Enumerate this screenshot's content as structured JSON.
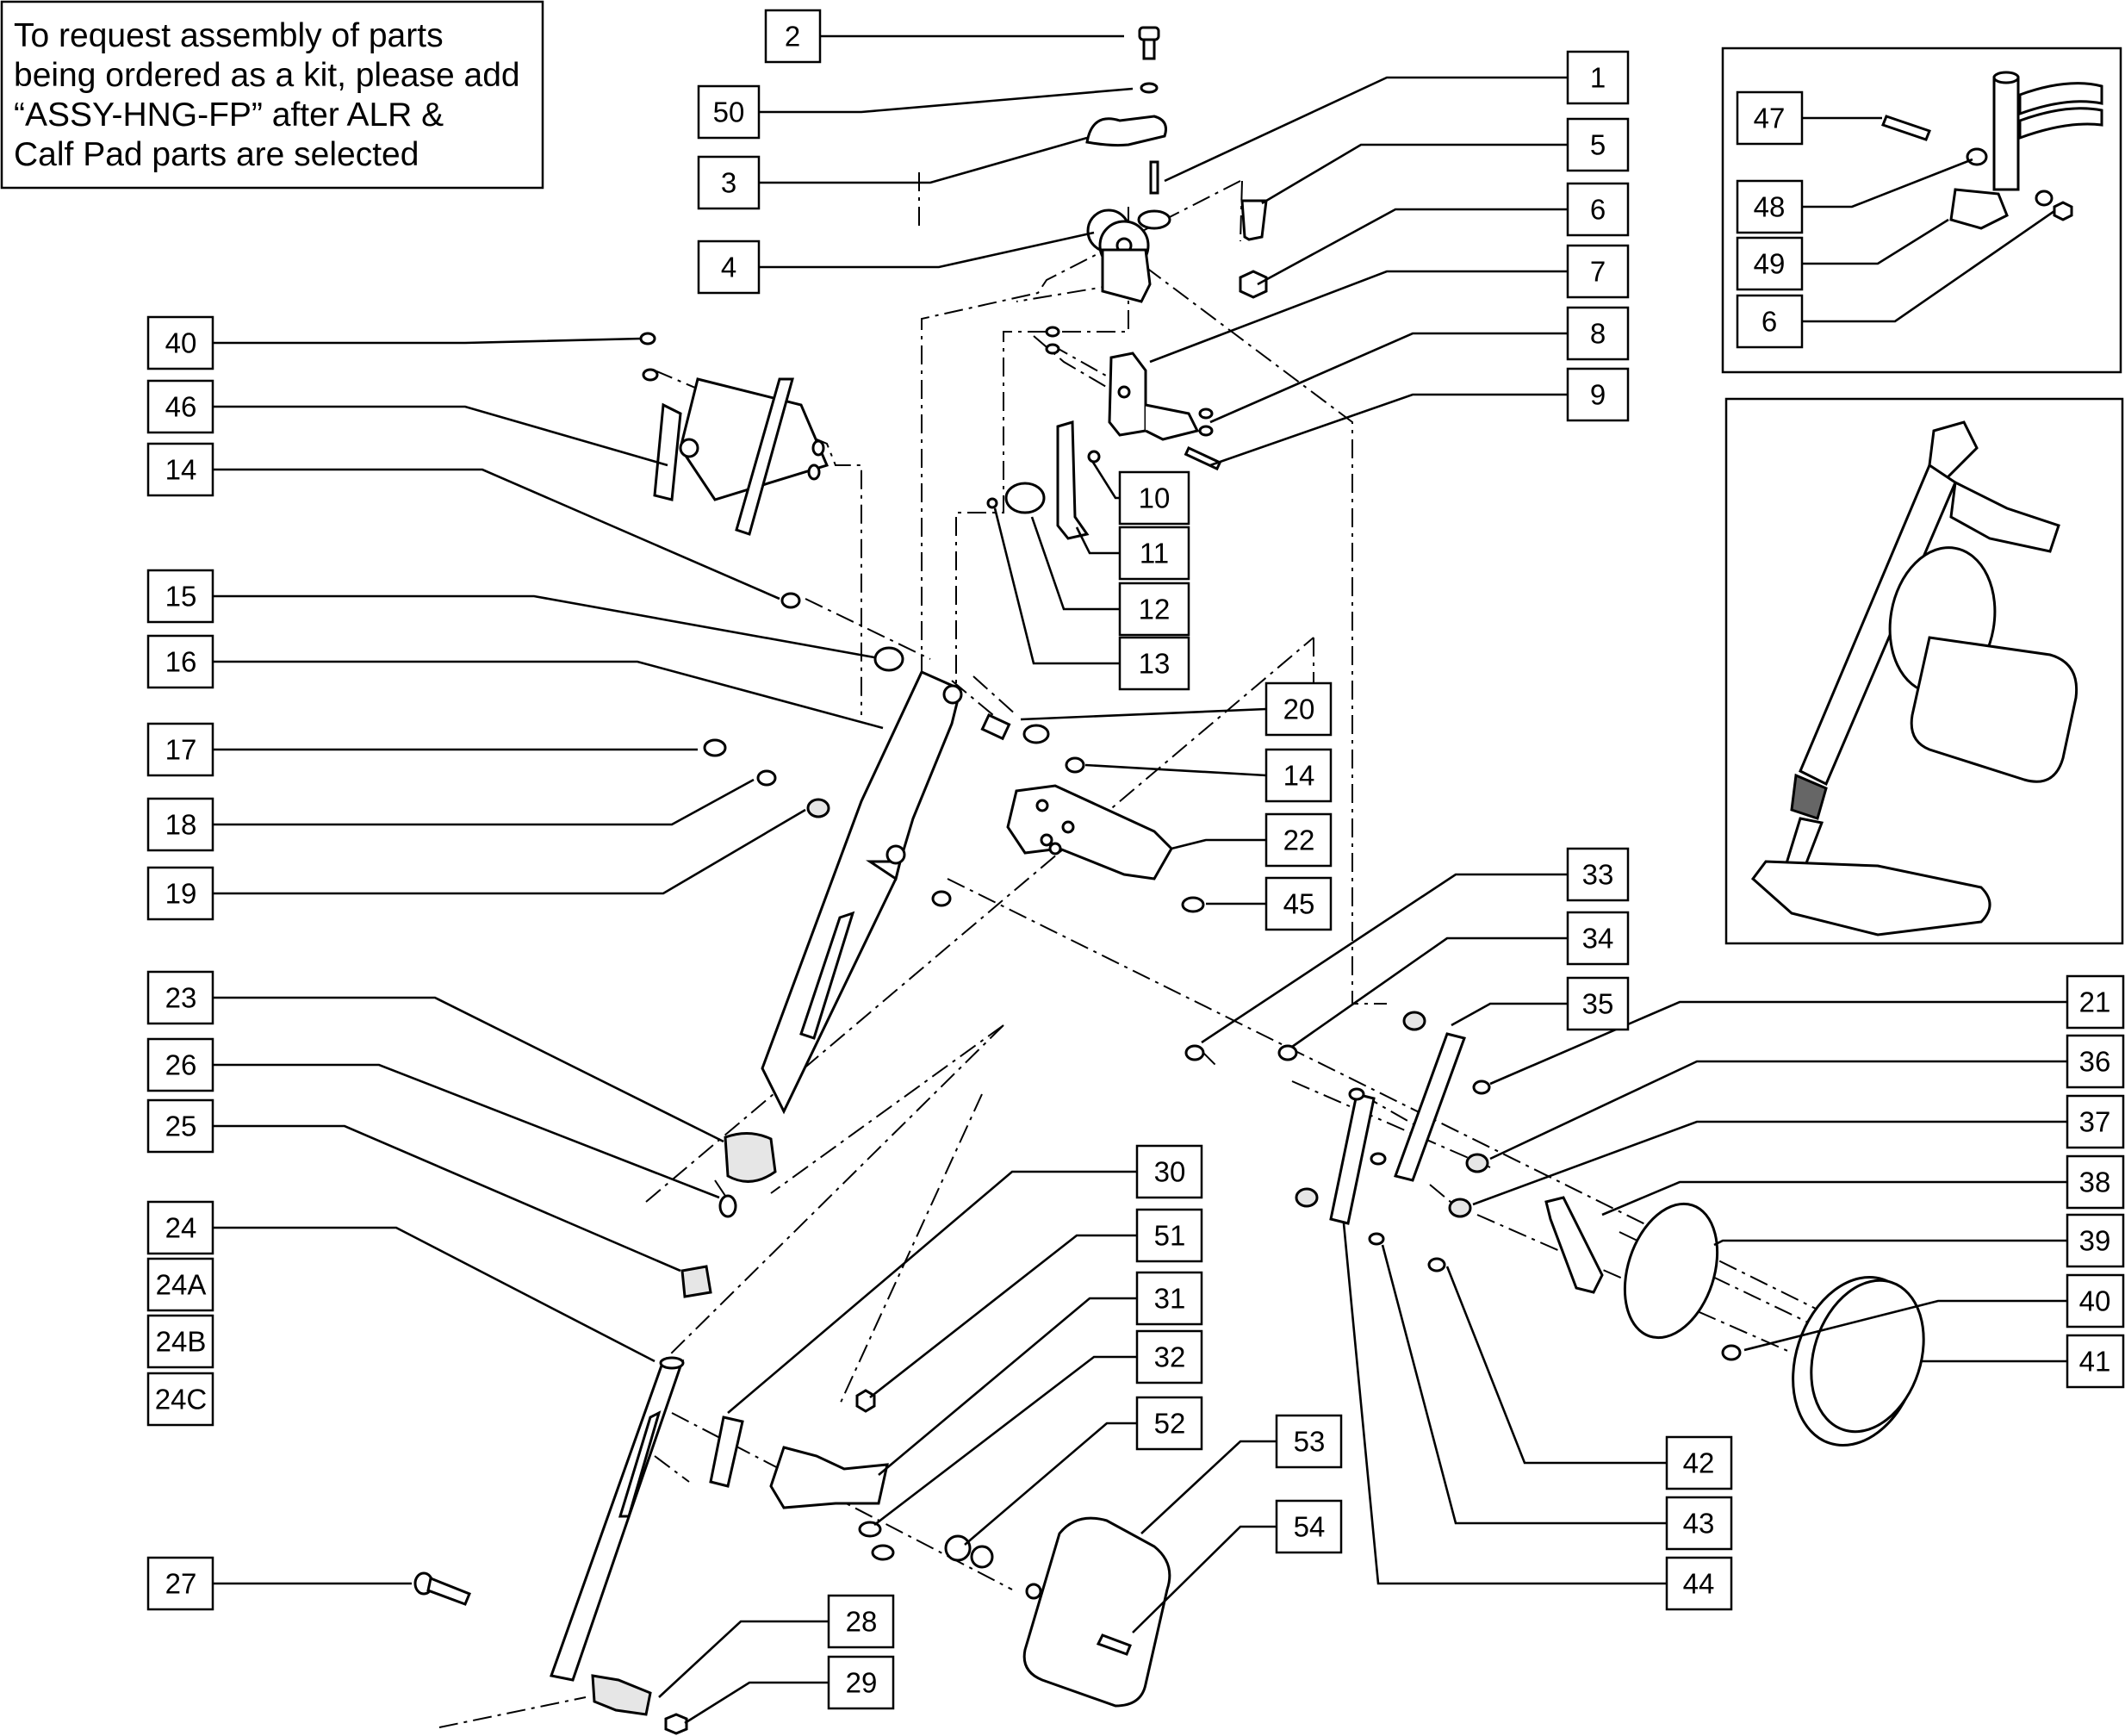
{
  "note": {
    "lines": [
      "To request assembly of parts",
      "being ordered as a kit, please add",
      "“ASSY-HNG-FP” after ALR &",
      "Calf Pad parts are selected"
    ]
  },
  "labels": [
    {
      "id": "2",
      "text": "2"
    },
    {
      "id": "50",
      "text": "50"
    },
    {
      "id": "3",
      "text": "3"
    },
    {
      "id": "4",
      "text": "4"
    },
    {
      "id": "1",
      "text": "1"
    },
    {
      "id": "5",
      "text": "5"
    },
    {
      "id": "6a",
      "text": "6"
    },
    {
      "id": "7",
      "text": "7"
    },
    {
      "id": "8",
      "text": "8"
    },
    {
      "id": "9",
      "text": "9"
    },
    {
      "id": "10",
      "text": "10"
    },
    {
      "id": "11",
      "text": "11"
    },
    {
      "id": "12",
      "text": "12"
    },
    {
      "id": "13",
      "text": "13"
    },
    {
      "id": "40a",
      "text": "40"
    },
    {
      "id": "46",
      "text": "46"
    },
    {
      "id": "14a",
      "text": "14"
    },
    {
      "id": "15",
      "text": "15"
    },
    {
      "id": "16",
      "text": "16"
    },
    {
      "id": "17",
      "text": "17"
    },
    {
      "id": "18",
      "text": "18"
    },
    {
      "id": "19",
      "text": "19"
    },
    {
      "id": "20",
      "text": "20"
    },
    {
      "id": "14b",
      "text": "14"
    },
    {
      "id": "22",
      "text": "22"
    },
    {
      "id": "45",
      "text": "45"
    },
    {
      "id": "23",
      "text": "23"
    },
    {
      "id": "26",
      "text": "26"
    },
    {
      "id": "25",
      "text": "25"
    },
    {
      "id": "24",
      "text": "24"
    },
    {
      "id": "24A",
      "text": "24A"
    },
    {
      "id": "24B",
      "text": "24B"
    },
    {
      "id": "24C",
      "text": "24C"
    },
    {
      "id": "27",
      "text": "27"
    },
    {
      "id": "28",
      "text": "28"
    },
    {
      "id": "29",
      "text": "29"
    },
    {
      "id": "30",
      "text": "30"
    },
    {
      "id": "51",
      "text": "51"
    },
    {
      "id": "31",
      "text": "31"
    },
    {
      "id": "32",
      "text": "32"
    },
    {
      "id": "52",
      "text": "52"
    },
    {
      "id": "53",
      "text": "53"
    },
    {
      "id": "54",
      "text": "54"
    },
    {
      "id": "33",
      "text": "33"
    },
    {
      "id": "34",
      "text": "34"
    },
    {
      "id": "35",
      "text": "35"
    },
    {
      "id": "21",
      "text": "21"
    },
    {
      "id": "36",
      "text": "36"
    },
    {
      "id": "37",
      "text": "37"
    },
    {
      "id": "38",
      "text": "38"
    },
    {
      "id": "39",
      "text": "39"
    },
    {
      "id": "40b",
      "text": "40"
    },
    {
      "id": "41",
      "text": "41"
    },
    {
      "id": "42",
      "text": "42"
    },
    {
      "id": "43",
      "text": "43"
    },
    {
      "id": "44",
      "text": "44"
    },
    {
      "id": "47",
      "text": "47"
    },
    {
      "id": "48",
      "text": "48"
    },
    {
      "id": "49",
      "text": "49"
    },
    {
      "id": "6b",
      "text": "6"
    }
  ]
}
